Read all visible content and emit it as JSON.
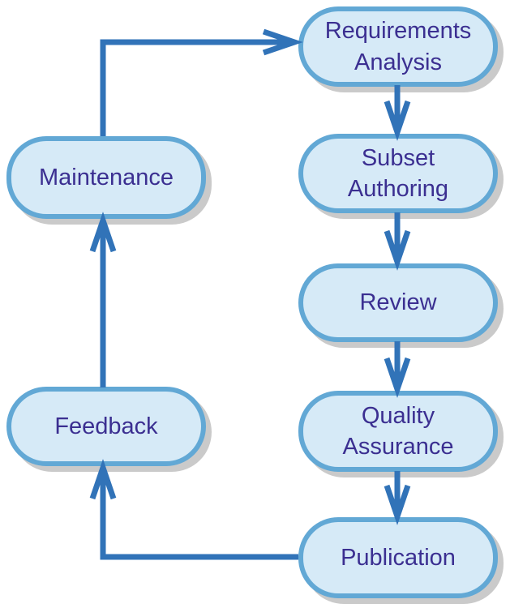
{
  "diagram": {
    "type": "flowchart-cycle",
    "node_count": 7
  },
  "nodes": [
    {
      "id": "requirements-analysis",
      "label": "Requirements\nAnalysis"
    },
    {
      "id": "subset-authoring",
      "label": "Subset\nAuthoring"
    },
    {
      "id": "review",
      "label": "Review"
    },
    {
      "id": "quality-assurance",
      "label": "Quality\nAssurance"
    },
    {
      "id": "publication",
      "label": "Publication"
    },
    {
      "id": "feedback",
      "label": "Feedback"
    },
    {
      "id": "maintenance",
      "label": "Maintenance"
    }
  ],
  "edges": [
    {
      "from": "Requirements Analysis",
      "to": "Subset Authoring"
    },
    {
      "from": "Subset Authoring",
      "to": "Review"
    },
    {
      "from": "Review",
      "to": "Quality Assurance"
    },
    {
      "from": "Quality Assurance",
      "to": "Publication"
    },
    {
      "from": "Publication",
      "to": "Feedback"
    },
    {
      "from": "Feedback",
      "to": "Maintenance"
    },
    {
      "from": "Maintenance",
      "to": "Requirements Analysis"
    }
  ],
  "colors": {
    "node_fill": "#d6eaf7",
    "node_border": "#62a8d5",
    "shadow": "#cacaca",
    "arrow": "#3173b8",
    "text": "#3b2f91",
    "background": "#ffffff"
  }
}
